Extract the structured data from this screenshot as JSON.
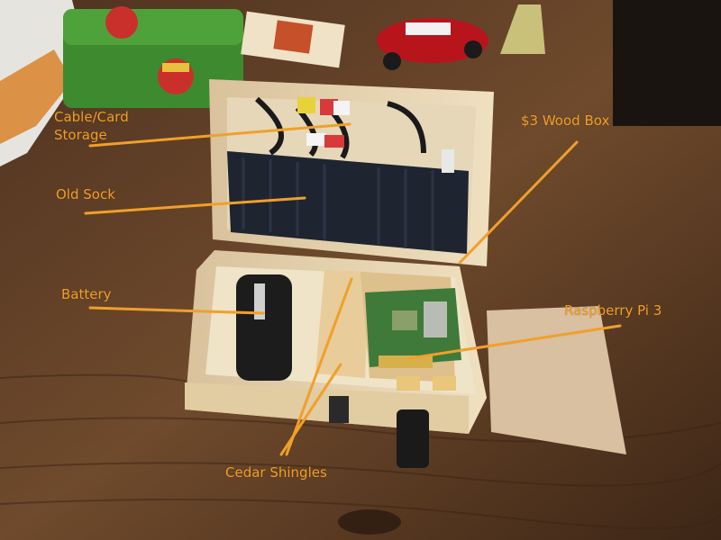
{
  "annotations": {
    "cable_card_storage": "Cable/Card Storage",
    "old_sock": "Old Sock",
    "battery": "Battery",
    "wood_box": "$3 Wood Box",
    "raspberry_pi": "Raspberry Pi 3",
    "cedar_shingles": "Cedar Shingles"
  },
  "colors": {
    "annotation": "#f0a02a",
    "desk": "#6b4528",
    "box_wood": "#e8d3ad",
    "sock": "#1e2430",
    "battery": "#1c1c1c",
    "board": "#3f7a3a"
  }
}
